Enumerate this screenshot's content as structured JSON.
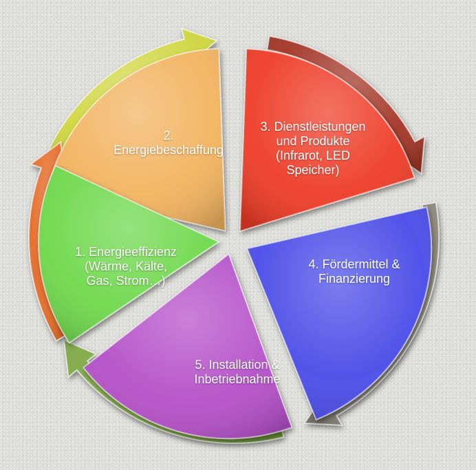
{
  "segments": [
    {
      "id": "energiebeschaffung",
      "lines": [
        "2.",
        "Energiebeschaffung"
      ],
      "color": "#f2b35f"
    },
    {
      "id": "dienstleistungen",
      "lines": [
        "3. Dienstleistungen",
        "und Produkte",
        "(Infrarot, LED",
        "Speicher)"
      ],
      "color": "#ee3a25"
    },
    {
      "id": "foerdermittel",
      "lines": [
        "4. Fördermittel &",
        "Finanzierung"
      ],
      "color": "#4a4be8"
    },
    {
      "id": "installation",
      "lines": [
        "5. Installation &",
        "Inbetriebnahme"
      ],
      "color": "#b44fc8"
    },
    {
      "id": "energieeffizienz",
      "lines": [
        "1. Energieeffizienz",
        "(Wärme, Kälte,",
        "Gas, Strom…)"
      ],
      "color": "#6ed84c"
    }
  ],
  "arrow_colors": [
    "#cfd63c",
    "#a23526",
    "#8f8a7e",
    "#7faa45",
    "#e56a26"
  ]
}
